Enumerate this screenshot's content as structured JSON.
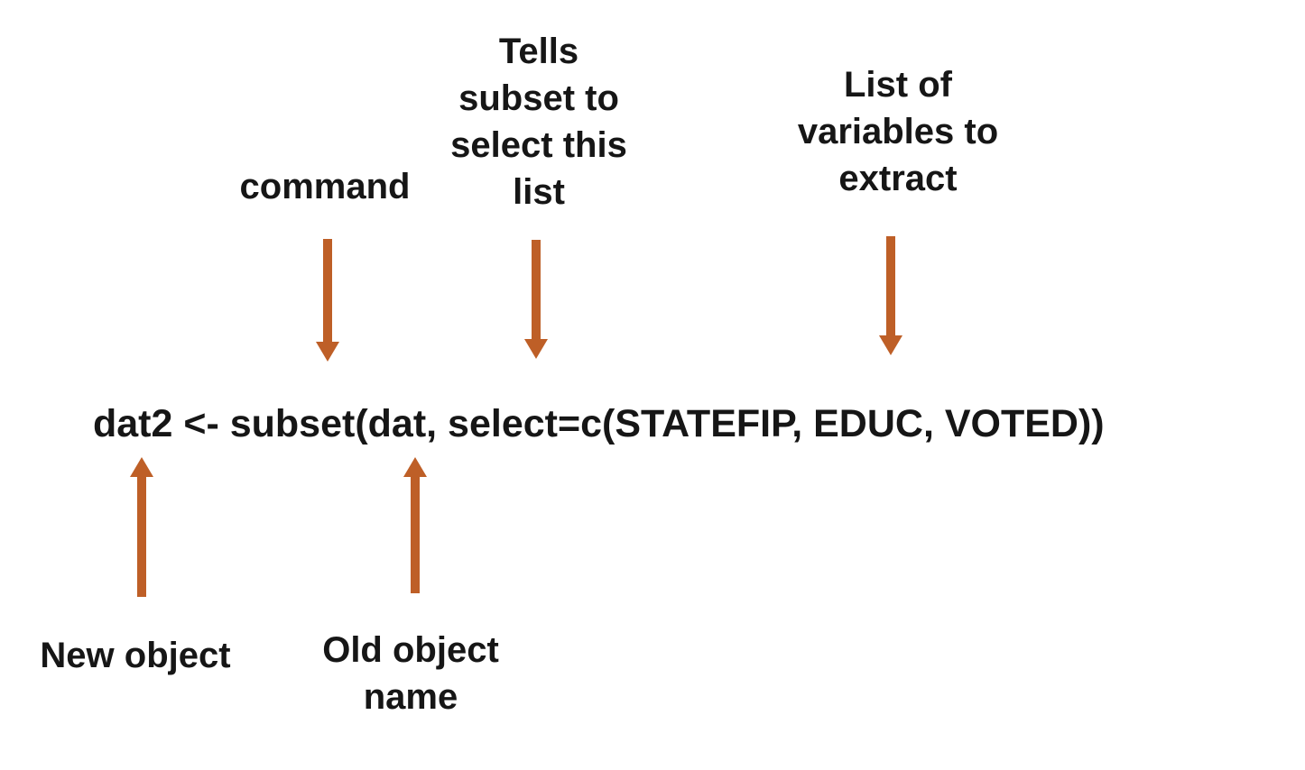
{
  "colors": {
    "background": "#FFFFFF",
    "text": "#161616",
    "arrow": "#BE5F27"
  },
  "code_line": "dat2 <- subset(dat, select=c(STATEFIP, EDUC, VOTED))",
  "annotations": {
    "command": "command",
    "select_argument": "Tells\nsubset to\nselect this\nlist",
    "variable_list": "List of\nvariables to\nextract",
    "new_object": "New object",
    "old_object": "Old object\nname"
  }
}
